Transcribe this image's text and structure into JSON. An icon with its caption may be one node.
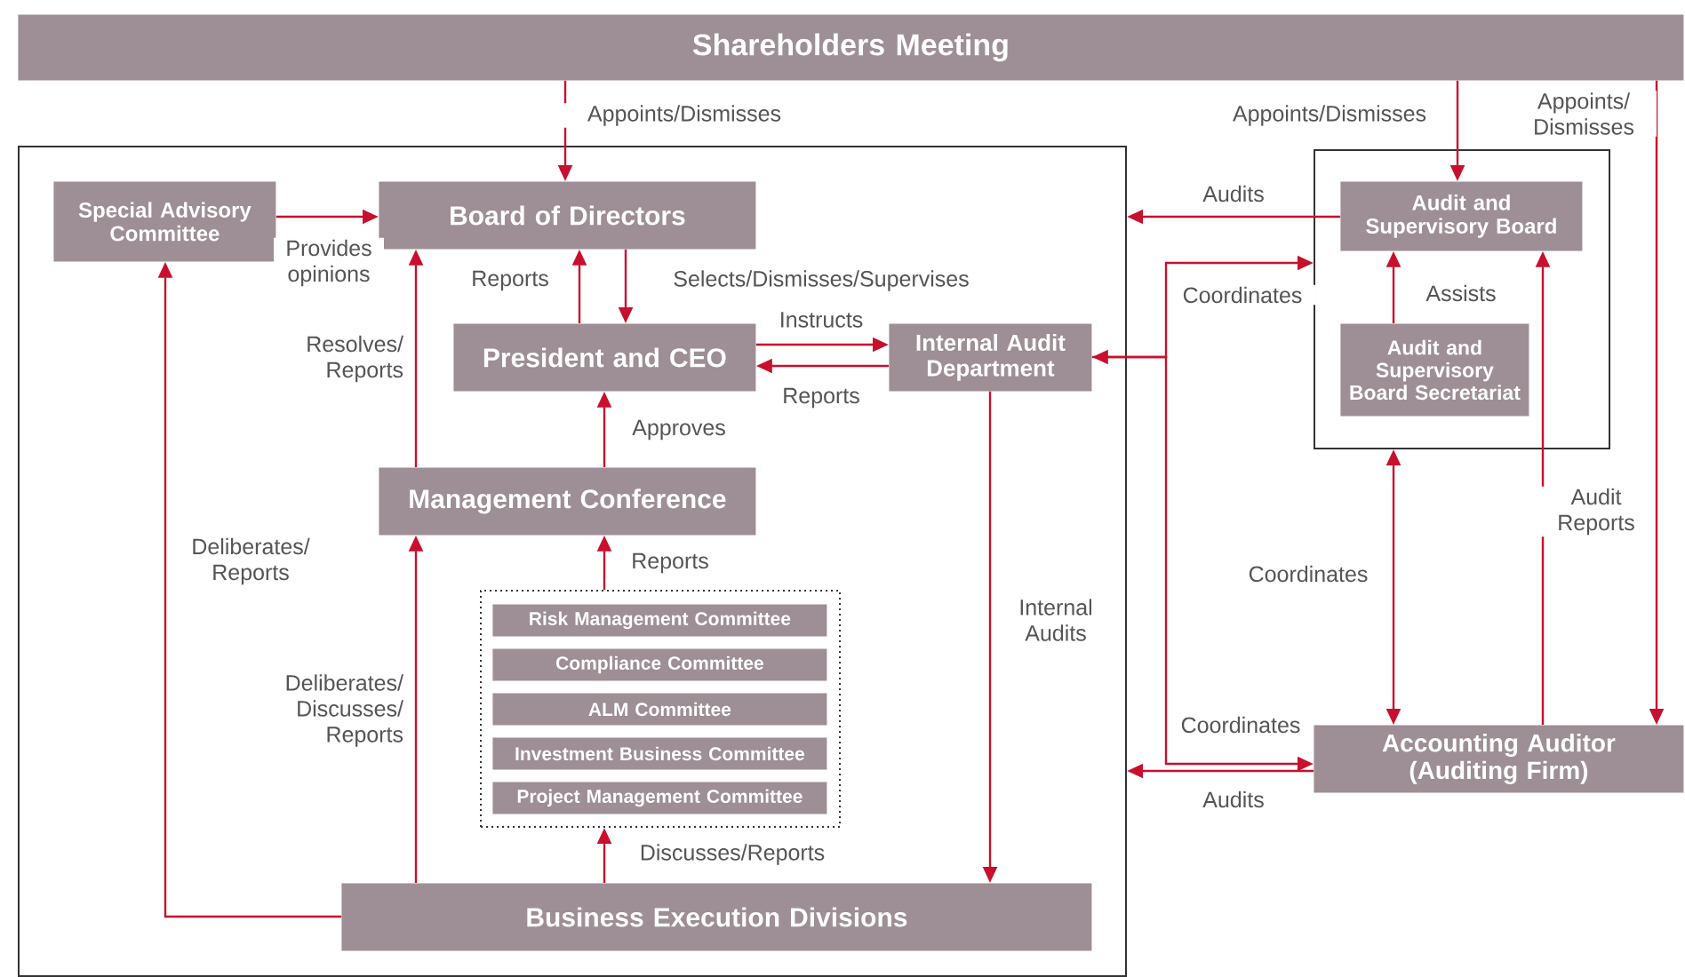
{
  "diagram": {
    "nodes": [
      {
        "text": [
          "Shareholders Meeting"
        ]
      },
      {
        "text": [],
        "shape": "box"
      },
      {
        "text": [
          "Special Advisory Committee"
        ],
        "in": 1
      },
      {
        "text": [
          "Board of Directors"
        ],
        "in": 1
      },
      {
        "text": [
          "President and CEO"
        ],
        "in": 1
      },
      {
        "text": [
          "Internal Audit Department"
        ],
        "in": 1
      },
      {
        "text": [
          "Management Conference"
        ],
        "in": 1
      },
      {
        "text": [],
        "shape": "box",
        "in": 1
      },
      {
        "text": [
          "Risk Management Committee"
        ],
        "in": 7
      },
      {
        "text": [
          "Compliance Committee"
        ],
        "in": 7
      },
      {
        "text": [
          "ALM Committee"
        ],
        "in": 7
      },
      {
        "text": [
          "Investment Business Committee"
        ],
        "in": 7
      },
      {
        "text": [
          "Project Management Committee"
        ],
        "in": 7
      },
      {
        "text": [
          "Business Execution Divisions"
        ],
        "in": 1
      },
      {
        "text": [],
        "shape": "box"
      },
      {
        "text": [
          "Audit and Supervisory Board"
        ],
        "in": 14
      },
      {
        "text": [
          "Audit and Supervisory Board Secretariat"
        ],
        "in": 14
      },
      {
        "text": [
          "Accounting Auditor (Auditing Firm)"
        ]
      }
    ],
    "edges": [
      {
        "from": 0,
        "to": 3,
        "arrow": "to",
        "label": "Appoints/Dismisses"
      },
      {
        "from": 0,
        "to": 15,
        "arrow": "to",
        "label": "Appoints/Dismisses"
      },
      {
        "from": 0,
        "to": 17,
        "arrow": "to",
        "label": "Appoints/ Dismisses"
      },
      {
        "from": 2,
        "to": 3,
        "arrow": "to",
        "label": "Provides opinions"
      },
      {
        "from": 4,
        "to": 3,
        "arrow": "to",
        "label": "Reports"
      },
      {
        "from": 3,
        "to": 4,
        "arrow": "to",
        "label": "Selects/Dismisses/Supervises"
      },
      {
        "from": 6,
        "to": 3,
        "arrow": "to",
        "label": "Resolves/ Reports"
      },
      {
        "from": 4,
        "to": 5,
        "arrow": "to",
        "label": "Instructs"
      },
      {
        "from": 5,
        "to": 4,
        "arrow": "to",
        "label": "Reports"
      },
      {
        "from": 6,
        "to": 4,
        "arrow": "to",
        "label": "Approves"
      },
      {
        "from": 7,
        "to": 6,
        "arrow": "to",
        "label": "Reports"
      },
      {
        "from": 13,
        "to": 7,
        "arrow": "to",
        "label": "Discusses/Reports"
      },
      {
        "from": 13,
        "to": 6,
        "arrow": "to",
        "label": "Deliberates/ Discusses/ Reports"
      },
      {
        "from": 13,
        "to": 2,
        "arrow": "to",
        "label": "Deliberates/ Reports"
      },
      {
        "from": 5,
        "to": 13,
        "arrow": "to",
        "label": "Internal Audits"
      },
      {
        "from": 15,
        "to": 1,
        "arrow": "to",
        "label": "Audits"
      },
      {
        "from": 17,
        "to": 1,
        "arrow": "to",
        "label": "Audits"
      },
      {
        "from": 16,
        "to": 15,
        "arrow": "to",
        "label": "Assists"
      },
      {
        "from": 17,
        "to": 15,
        "arrow": "to",
        "label": "Audit Reports"
      },
      {
        "from": 17,
        "to": 14,
        "arrow": "both",
        "label": "Coordinates"
      },
      {
        "from": 5,
        "to": 14,
        "arrow": "both",
        "label": "Coordinates"
      },
      {
        "from": 5,
        "to": 17,
        "arrow": "to",
        "label": "Coordinates"
      }
    ]
  }
}
